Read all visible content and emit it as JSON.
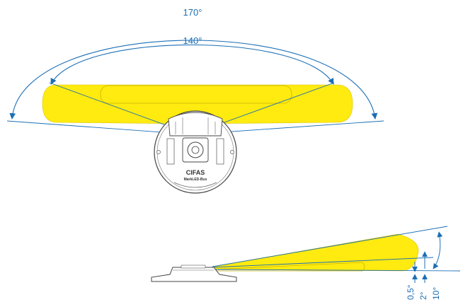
{
  "top_view": {
    "outer_angle": "170°",
    "inner_angle": "140°",
    "device_brand": "CIFAS",
    "device_model": "MarkLED-Bus"
  },
  "side_view": {
    "angle_vertical_total": "10°",
    "angle_vertical_mid": "2°",
    "angle_vertical_low": "0,5°"
  },
  "colors": {
    "beam_fill": "#ffeb0f",
    "dimension_line": "#1b6fb5",
    "device_outline": "#444444"
  }
}
